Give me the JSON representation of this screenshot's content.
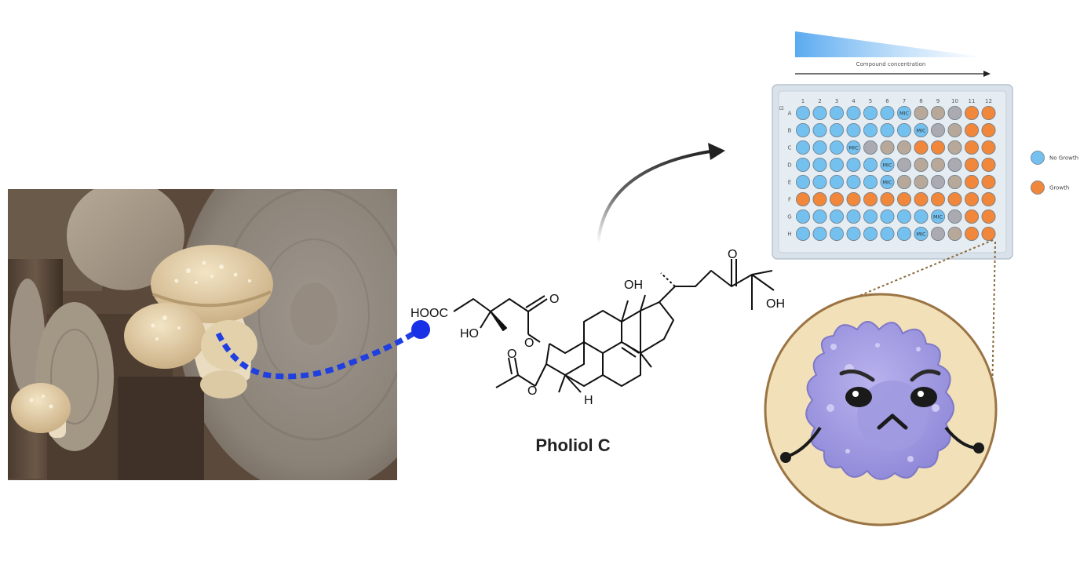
{
  "compound": {
    "name": "Pholiol C",
    "labels": {
      "hooc": "HOOC",
      "ho": "HO",
      "oh_top": "OH",
      "oh_right": "OH",
      "h": "H",
      "o1": "O",
      "o2": "O",
      "o3": "O",
      "o4": "O",
      "o5": "O"
    }
  },
  "plate": {
    "gradient_label": "Compound concentration",
    "corner_mark": "⊡",
    "columns": [
      "1",
      "2",
      "3",
      "4",
      "5",
      "6",
      "7",
      "8",
      "9",
      "10",
      "11",
      "12"
    ],
    "rows": [
      "A",
      "B",
      "C",
      "D",
      "E",
      "F",
      "G",
      "H"
    ],
    "mic_label": "MIC",
    "wells": [
      "BBBBBBMGGGOO",
      "BBBBBBBMGGOO",
      "BBBMGGGOOGOO",
      "BBBBBMGGGGOO",
      "BBBBBMGGGGOO",
      "OOOOOOOOOOOO",
      "BBBBBBBBMGOO",
      "BBBBBBBMGGOO"
    ],
    "colors": {
      "no_growth": "#74c0ef",
      "growth": "#f0873a",
      "intermediate": "#aaaab0",
      "tan": "#b8a89a"
    }
  },
  "legend": [
    {
      "label": "No Growth",
      "color": "#74c0ef"
    },
    {
      "label": "Growth",
      "color": "#f0873a"
    }
  ]
}
